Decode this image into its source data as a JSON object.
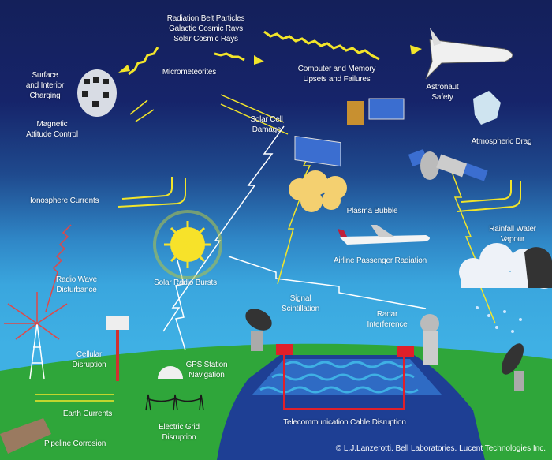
{
  "labels": {
    "radiation": [
      "Radiation Belt Particles",
      "Galactic Cosmic Rays",
      "Solar Cosmic Rays"
    ],
    "surface_charging": [
      "Surface",
      "and Interior",
      "Charging"
    ],
    "magnetic": [
      "Magnetic",
      "Attitude Control"
    ],
    "micrometeorites": "Micrometeorites",
    "computer": [
      "Computer and Memory",
      "Upsets and Failures"
    ],
    "astronaut": [
      "Astronaut",
      "Safety"
    ],
    "solar_cell": [
      "Solar Cell",
      "Damage"
    ],
    "drag": "Atmospheric Drag",
    "ionosphere": "Ionosphere Currents",
    "plasma": "Plasma Bubble",
    "rainfall": [
      "Rainfall Water",
      "Vapour"
    ],
    "airline": "Airline Passenger Radiation",
    "radio_wave": [
      "Radio Wave",
      "Disturbance"
    ],
    "solar_radio": "Solar Radio Bursts",
    "scintillation": [
      "Signal",
      "Scintillation"
    ],
    "radar": [
      "Radar",
      "Interference"
    ],
    "cellular": [
      "Cellular",
      "Disruption"
    ],
    "gps": [
      "GPS Station",
      "Navigation"
    ],
    "earth_currents": "Earth Currents",
    "grid": [
      "Electric Grid",
      "Disruption"
    ],
    "cable": "Telecommunication Cable Disruption",
    "pipeline": "Pipeline Corrosion"
  },
  "copyright": "© L.J.Lanzerotti. Bell Laboratories. Lucent Technologies Inc.",
  "colors": {
    "ray": "#f2e52a",
    "ground": "#2fa63a",
    "sea": "#1e3f94",
    "cable": "#e0202a"
  }
}
